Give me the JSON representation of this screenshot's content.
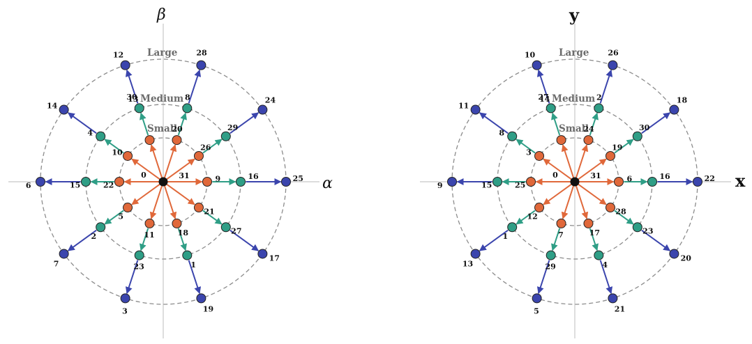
{
  "colors": {
    "small": "#e0683a",
    "medium": "#2f9e86",
    "large": "#3b45ad",
    "center": "#111111",
    "rings": "#8c8c8c",
    "axes": "#c8c8c8"
  },
  "ring_labels": {
    "small": "Small",
    "medium": "Medium",
    "large": "Large"
  },
  "panels": [
    {
      "x_axis_label": "α",
      "y_axis_label": "β",
      "center_label": "31",
      "spokes": [
        {
          "small": "9",
          "medium": "",
          "large": "25"
        },
        {
          "small": "26",
          "medium": "29",
          "large": "24"
        },
        {
          "small": "20",
          "medium": "8",
          "large": "28"
        },
        {
          "small": "",
          "medium": "13",
          "large": "12"
        },
        {
          "small": "10",
          "medium": "4",
          "large": "14"
        },
        {
          "small": "22",
          "medium": "15",
          "large": "6"
        },
        {
          "small": "5",
          "medium": "2",
          "large": "7"
        },
        {
          "small": "11",
          "medium": "23",
          "large": "3"
        },
        {
          "small": "18",
          "medium": "1",
          "large": "19"
        },
        {
          "small": "21",
          "medium": "27",
          "large": "17"
        }
      ],
      "extra_labels": [
        {
          "text": "0",
          "where": "small-180-inner"
        },
        {
          "text": "30",
          "where": "near-medium-108"
        },
        {
          "text": "16",
          "where": "between-medium-large-0"
        }
      ]
    },
    {
      "x_axis_label": "x",
      "y_axis_label": "y",
      "center_label": "31",
      "spokes": [
        {
          "small": "6",
          "medium": "",
          "large": "22"
        },
        {
          "small": "19",
          "medium": "30",
          "large": "18"
        },
        {
          "small": "24",
          "medium": "2",
          "large": "26"
        },
        {
          "small": "",
          "medium": "14",
          "large": "10"
        },
        {
          "small": "3",
          "medium": "8",
          "large": "11"
        },
        {
          "small": "25",
          "medium": "15",
          "large": "9"
        },
        {
          "small": "12",
          "medium": "1",
          "large": "13"
        },
        {
          "small": "7",
          "medium": "29",
          "large": "5"
        },
        {
          "small": "17",
          "medium": "4",
          "large": "21"
        },
        {
          "small": "28",
          "medium": "23",
          "large": "20"
        }
      ],
      "extra_labels": [
        {
          "text": "0",
          "where": "small-180-inner"
        },
        {
          "text": "27",
          "where": "near-medium-108"
        },
        {
          "text": "16",
          "where": "between-medium-large-0"
        }
      ]
    }
  ]
}
